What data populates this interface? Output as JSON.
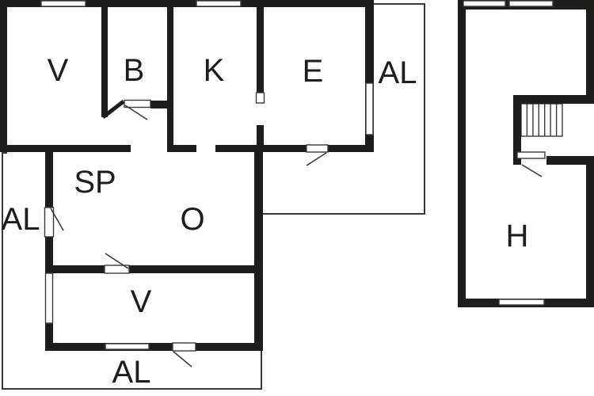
{
  "plan": {
    "labels": {
      "room_v_top": "V",
      "room_b": "B",
      "room_k": "K",
      "room_e": "E",
      "annex_al_right": "AL",
      "room_sp": "SP",
      "room_o": "O",
      "room_v_bottom": "V",
      "annex_al_left": "AL",
      "annex_al_bottom": "AL",
      "room_h": "H"
    },
    "colors": {
      "wall": "#1d1d1b",
      "background": "#ffffff",
      "thin_line": "#3a3a3a",
      "label_text": "#1d1d1b"
    }
  }
}
